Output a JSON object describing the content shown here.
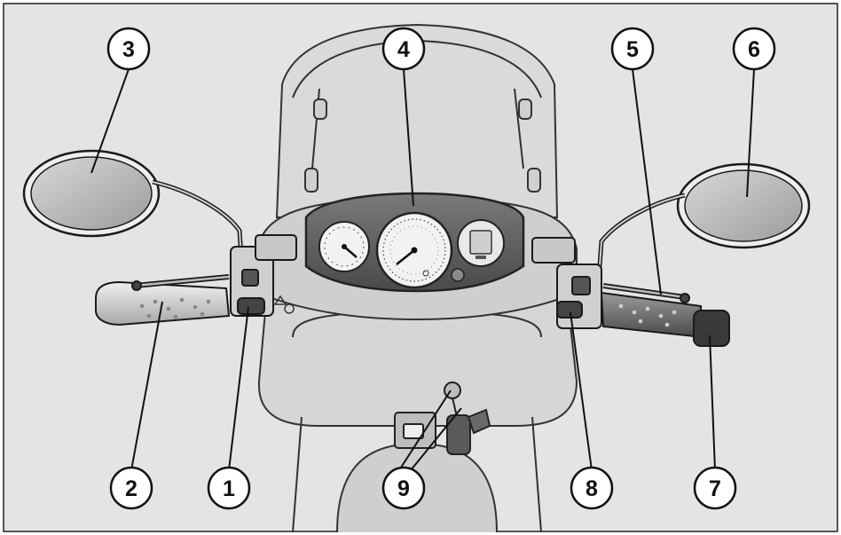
{
  "diagram": {
    "callouts": [
      {
        "id": "1",
        "label": "1"
      },
      {
        "id": "2",
        "label": "2"
      },
      {
        "id": "3",
        "label": "3"
      },
      {
        "id": "4",
        "label": "4"
      },
      {
        "id": "5",
        "label": "5"
      },
      {
        "id": "6",
        "label": "6"
      },
      {
        "id": "7",
        "label": "7"
      },
      {
        "id": "8",
        "label": "8"
      },
      {
        "id": "9",
        "label": "9"
      }
    ]
  },
  "colors": {
    "background": "#e4e4e4",
    "outline": "#1a1a1a",
    "mirror_glass": "#b5b5b5",
    "dashboard": "#6a6a6a",
    "gauge_face": "#f2f2f2"
  }
}
